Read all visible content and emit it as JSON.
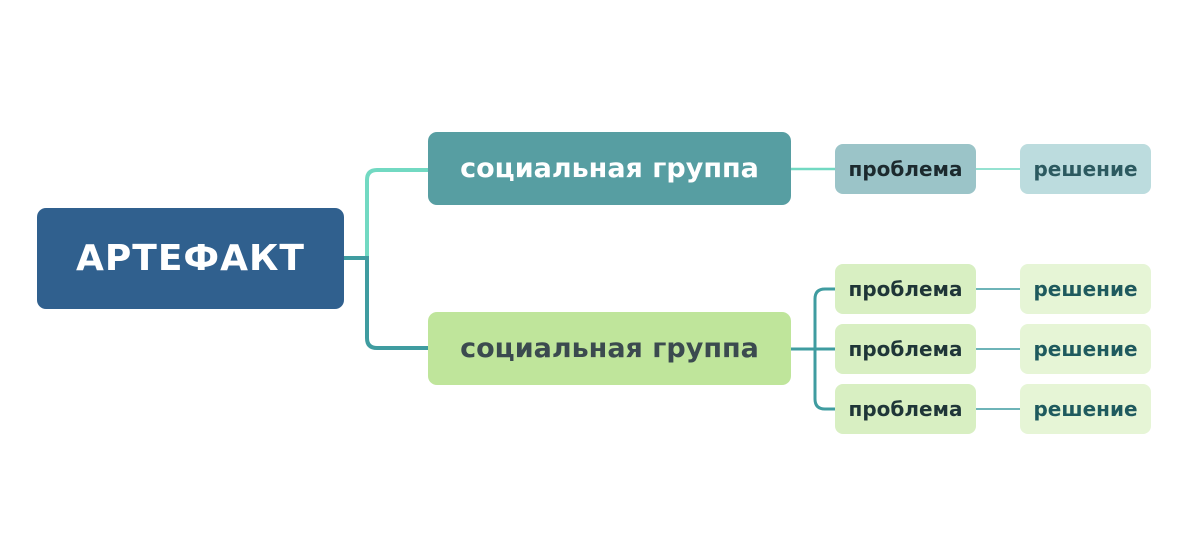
{
  "diagram": {
    "root": {
      "label": "АРТЕФАКТ"
    },
    "groups": [
      {
        "label": "социальная группа",
        "style": "teal",
        "branches": [
          {
            "problem": "проблема",
            "solution": "решение"
          }
        ]
      },
      {
        "label": "социальная группа",
        "style": "green",
        "branches": [
          {
            "problem": "проблема",
            "solution": "решение"
          },
          {
            "problem": "проблема",
            "solution": "решение"
          },
          {
            "problem": "проблема",
            "solution": "решение"
          }
        ]
      }
    ]
  },
  "colors": {
    "root_bg": "#30608e",
    "root_text": "#ffffff",
    "group_teal_bg": "#579ea2",
    "group_teal_text": "#ffffff",
    "group_green_bg": "#bfe59b",
    "group_green_text": "#3b4a4f",
    "problem_teal_bg": "#9bc4c8",
    "problem_teal_text": "#1c2a2e",
    "solution_teal_bg": "#bcdcde",
    "solution_teal_text": "#2c5a60",
    "problem_green_bg": "#d8efc2",
    "problem_green_text": "#1f3638",
    "solution_green_bg": "#e6f5d6",
    "solution_green_text": "#1f5a5e",
    "link_light": "#72d9c2",
    "link_teal": "#3f9ca0"
  }
}
